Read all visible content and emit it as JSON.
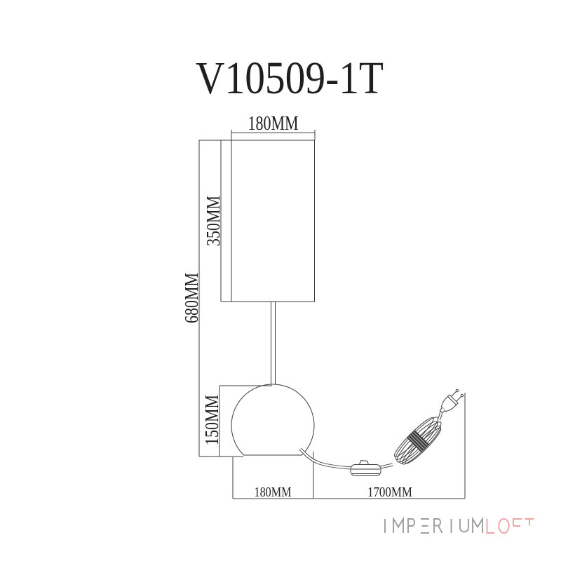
{
  "title": "V10509-1T",
  "dimensions": {
    "shade_width": "180MM",
    "shade_height": "350MM",
    "total_height": "680MM",
    "base_height": "150MM",
    "base_width": "180MM",
    "cord_length": "1700MM"
  },
  "logo": {
    "part1": "IMPERIUM",
    "part2": "LOFT",
    "full": "IMPERIUMLOFT",
    "part1_color": "#9d9d9d",
    "part2_color": "#f0a3a5"
  },
  "drawing": {
    "line_color": "#3d3d3d",
    "text_color": "#1f1f1f",
    "parts": {
      "shade": "cylindrical-lampshade",
      "stem": "lamp-stem",
      "base": "sphere-base",
      "cord": "power-cord",
      "switch": "inline-switch",
      "coil": "coiled-cord-bundle",
      "plug": "eu-power-plug"
    }
  }
}
